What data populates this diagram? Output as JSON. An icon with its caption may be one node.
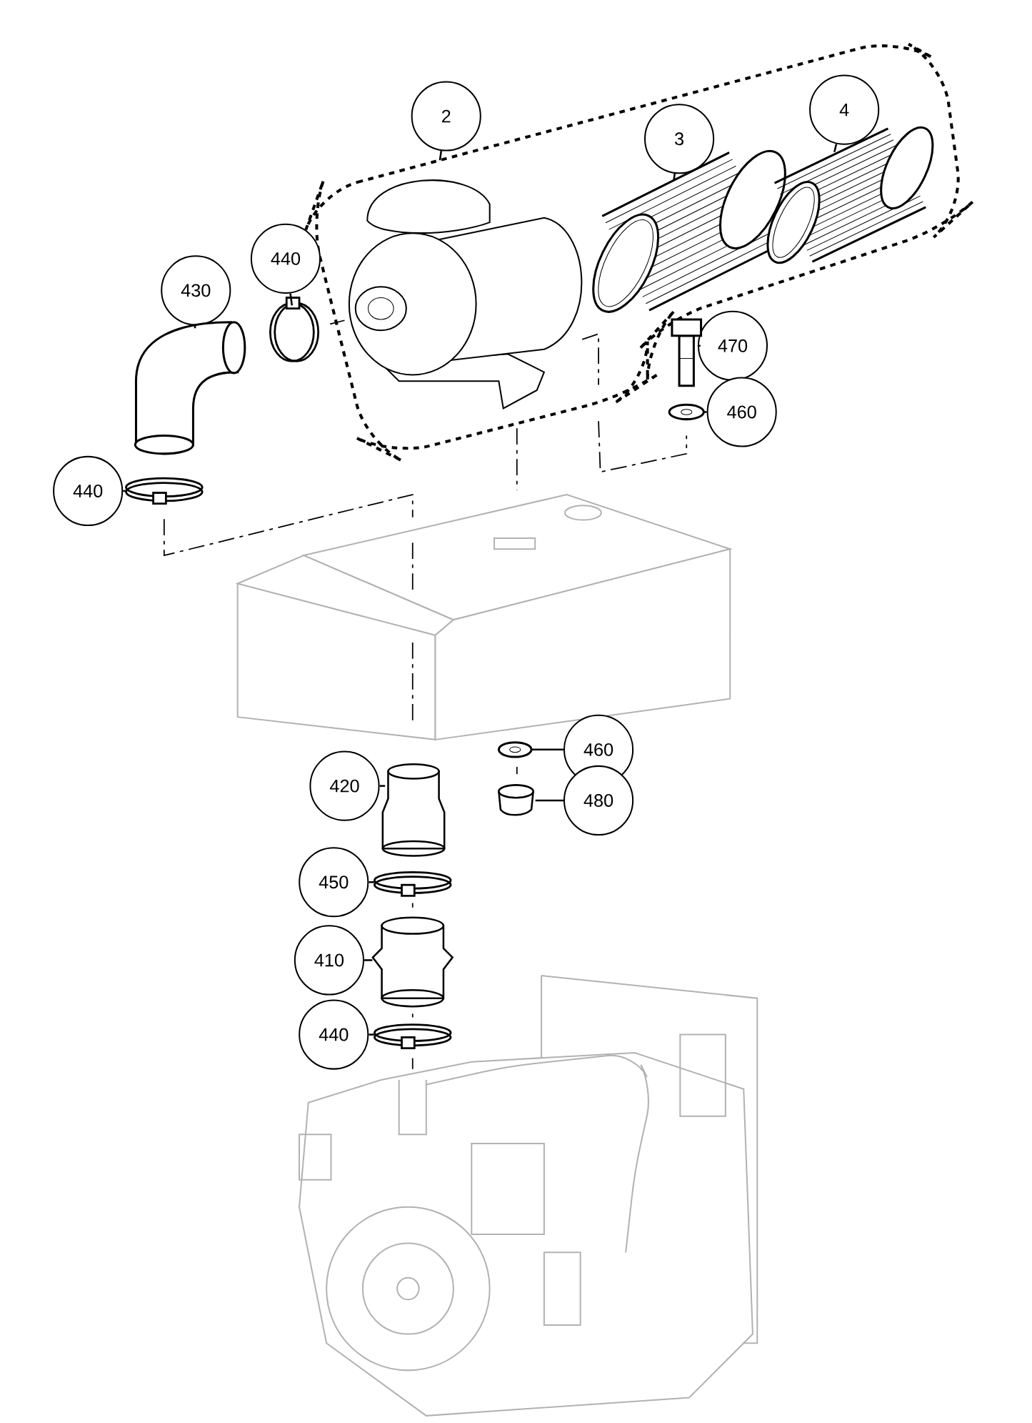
{
  "diagram": {
    "nodes": [
      {
        "text": [
          "2"
        ]
      },
      {
        "text": [],
        "shape": "box"
      },
      {
        "text": [
          "3"
        ],
        "in": 1
      },
      {
        "text": [],
        "shape": "picture",
        "in": 1
      },
      {
        "text": [
          "4"
        ],
        "in": 1
      },
      {
        "text": [],
        "shape": "picture",
        "in": 1
      },
      {
        "text": [
          "440"
        ]
      },
      {
        "text": [],
        "shape": "circle"
      },
      {
        "text": [
          "430"
        ]
      },
      {
        "text": [],
        "shape": "picture"
      },
      {
        "text": [
          "470"
        ]
      },
      {
        "text": [],
        "shape": "picture"
      },
      {
        "text": [
          "460"
        ]
      },
      {
        "text": [],
        "shape": "picture"
      },
      {
        "text": [
          "440"
        ]
      },
      {
        "text": [],
        "shape": "circle"
      },
      {
        "text": [
          "460"
        ]
      },
      {
        "text": [],
        "shape": "picture"
      },
      {
        "text": [
          "420"
        ]
      },
      {
        "text": [],
        "shape": "cylinder"
      },
      {
        "text": [
          "480"
        ]
      },
      {
        "text": [],
        "shape": "cylinder"
      },
      {
        "text": [
          "450"
        ]
      },
      {
        "text": [],
        "shape": "circle"
      },
      {
        "text": [
          "410"
        ]
      },
      {
        "text": [],
        "shape": "cylinder"
      },
      {
        "text": [
          "440"
        ]
      },
      {
        "text": [],
        "shape": "circle"
      }
    ],
    "edges": [
      {
        "from": 0,
        "to": 1,
        "arrow": "none"
      },
      {
        "from": 2,
        "to": 3,
        "arrow": "none"
      },
      {
        "from": 4,
        "to": 5,
        "arrow": "none"
      },
      {
        "from": 6,
        "to": 7,
        "arrow": "none"
      },
      {
        "from": 8,
        "to": 9,
        "arrow": "none"
      },
      {
        "from": 10,
        "to": 11,
        "arrow": "none"
      },
      {
        "from": 12,
        "to": 13,
        "arrow": "none"
      },
      {
        "from": 14,
        "to": 15,
        "arrow": "none"
      },
      {
        "from": 16,
        "to": 17,
        "arrow": "none"
      },
      {
        "from": 18,
        "to": 19,
        "arrow": "none"
      },
      {
        "from": 20,
        "to": 21,
        "arrow": "none"
      },
      {
        "from": 22,
        "to": 23,
        "arrow": "none"
      },
      {
        "from": 24,
        "to": 25,
        "arrow": "none"
      },
      {
        "from": 26,
        "to": 27,
        "arrow": "none"
      }
    ]
  }
}
